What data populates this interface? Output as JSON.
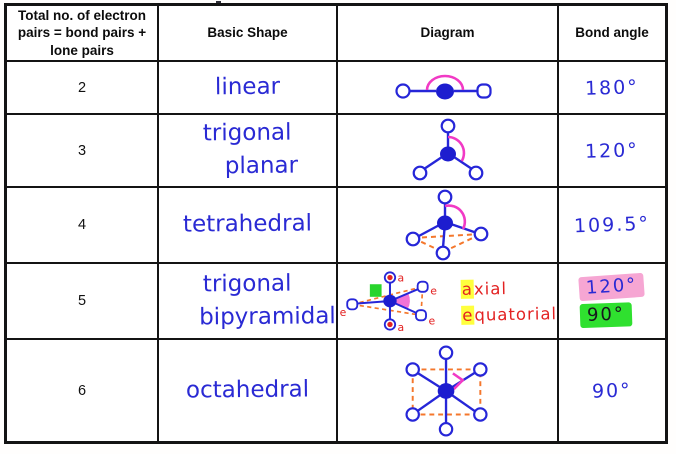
{
  "colors": {
    "ink_blue": "#2a2ad4",
    "bond_blue": "#2626d8",
    "angle_magenta": "#f13ac5",
    "dash_orange": "#f4772c",
    "annotation_red": "#e32222",
    "highlight_yellow": "#ffff3d",
    "highlight_pink": "#f6a6d3",
    "highlight_green": "#2fe02f",
    "axial_atom_red": "#e32222",
    "green_angle_marker": "#28d52c",
    "table_line": "#141414"
  },
  "header": {
    "pairs": "Total no. of electron pairs = bond pairs + lone pairs",
    "shape": "Basic Shape",
    "diagram": "Diagram",
    "angle": "Bond angle"
  },
  "rows": [
    {
      "pairs": "2",
      "shape_lines": [
        "linear"
      ],
      "angle": "180°"
    },
    {
      "pairs": "3",
      "shape_lines": [
        "trigonal",
        "planar"
      ],
      "angle": "120°"
    },
    {
      "pairs": "4",
      "shape_lines": [
        "tetrahedral"
      ],
      "angle": "109.5°"
    },
    {
      "pairs": "5",
      "shape_lines": [
        "trigonal",
        "bipyramidal"
      ],
      "diagram_labels": {
        "axial_top": "a",
        "axial_bottom": "a",
        "eq_left": "e",
        "eq_upper_right": "e",
        "eq_lower_right": "e"
      },
      "legend": {
        "axial_first_letter": "a",
        "axial_rest": "xial",
        "equatorial_first_letter": "e",
        "equatorial_rest": "quatorial"
      },
      "angles": [
        {
          "text": "120°",
          "highlight": "pink"
        },
        {
          "text": "90°",
          "highlight": "green"
        }
      ]
    },
    {
      "pairs": "6",
      "shape_lines": [
        "octahedral"
      ],
      "angle": "90°"
    }
  ]
}
